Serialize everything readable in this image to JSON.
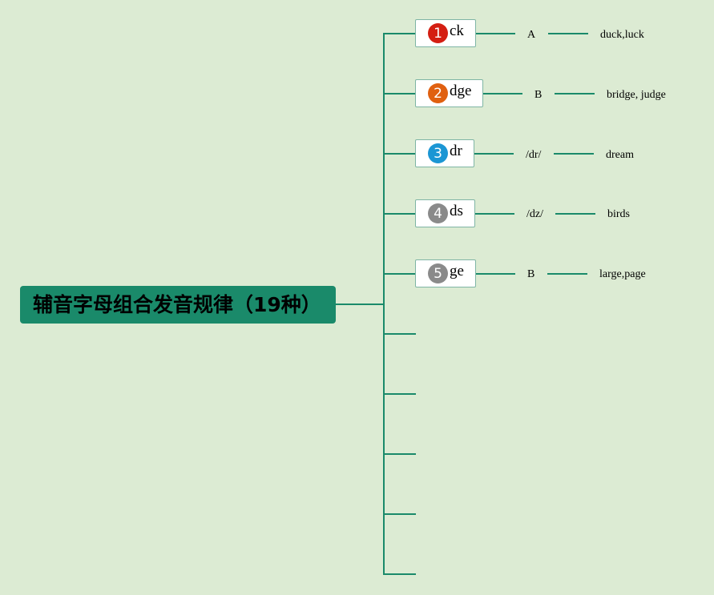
{
  "root": {
    "title": "辅音字母组合发音规律（19种）"
  },
  "colors": {
    "line": "#1a8a6a",
    "root_bg": "#1a8a6a",
    "background": "#dcebd3"
  },
  "branches": [
    {
      "number": "1",
      "badge_color": "#d41e12",
      "label": "ck",
      "sound": "A",
      "example": "duck,luck"
    },
    {
      "number": "2",
      "badge_color": "#e06010",
      "label": "dge",
      "sound": "B",
      "example": "bridge, judge"
    },
    {
      "number": "3",
      "badge_color": "#1b96d4",
      "label": "dr",
      "sound": "/dr/",
      "example": "dream"
    },
    {
      "number": "4",
      "badge_color": "#8a8a8a",
      "label": "ds",
      "sound": "/dz/",
      "example": "birds"
    },
    {
      "number": "5",
      "badge_color": "#8a8a8a",
      "label": "ge",
      "sound": "B",
      "example": "large,page"
    }
  ],
  "empty_branch_count": 5
}
